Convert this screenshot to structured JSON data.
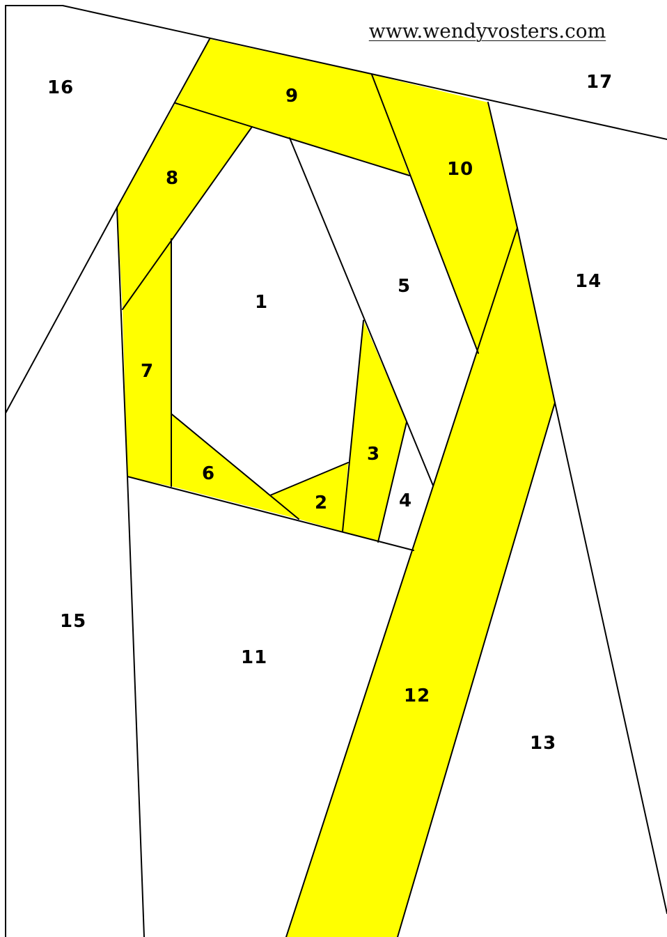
{
  "website": "www.wendyvosters.com",
  "colors": {
    "fill_highlight": "#ffff00",
    "fill_plain": "#ffffff",
    "line": "#000000"
  },
  "pieces": [
    {
      "id": "1",
      "label": "1",
      "filled": false
    },
    {
      "id": "2",
      "label": "2",
      "filled": true
    },
    {
      "id": "3",
      "label": "3",
      "filled": true
    },
    {
      "id": "4",
      "label": "4",
      "filled": false
    },
    {
      "id": "5",
      "label": "5",
      "filled": false
    },
    {
      "id": "6",
      "label": "6",
      "filled": true
    },
    {
      "id": "7",
      "label": "7",
      "filled": true
    },
    {
      "id": "8",
      "label": "8",
      "filled": true
    },
    {
      "id": "9",
      "label": "9",
      "filled": true
    },
    {
      "id": "10",
      "label": "10",
      "filled": true
    },
    {
      "id": "11",
      "label": "11",
      "filled": false
    },
    {
      "id": "12",
      "label": "12",
      "filled": true
    },
    {
      "id": "13",
      "label": "13",
      "filled": false
    },
    {
      "id": "14",
      "label": "14",
      "filled": false
    },
    {
      "id": "15",
      "label": "15",
      "filled": false
    },
    {
      "id": "16",
      "label": "16",
      "filled": false
    },
    {
      "id": "17",
      "label": "17",
      "filled": false
    }
  ]
}
